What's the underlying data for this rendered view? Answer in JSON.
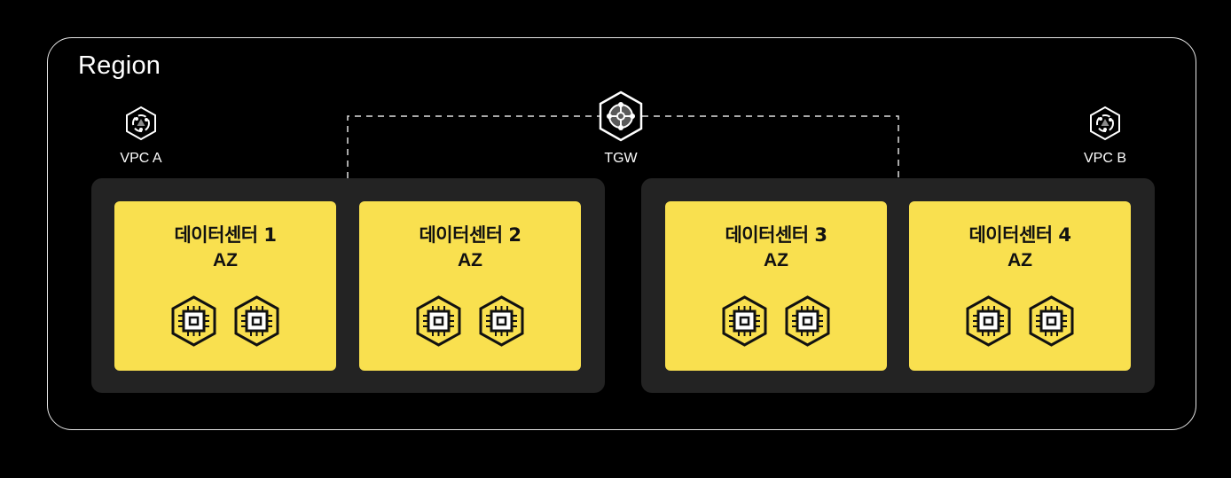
{
  "region": {
    "label": "Region"
  },
  "vpcs": [
    {
      "label": "VPC A",
      "icon": "vpc-icon"
    },
    {
      "label": "VPC B",
      "icon": "vpc-icon"
    }
  ],
  "tgw": {
    "label": "TGW",
    "icon": "transit-gateway-icon"
  },
  "datacenters": [
    {
      "title": "데이터센터 1",
      "subtitle": "AZ",
      "instances": 2,
      "vpc": "VPC A"
    },
    {
      "title": "데이터센터 2",
      "subtitle": "AZ",
      "instances": 2,
      "vpc": "VPC A"
    },
    {
      "title": "데이터센터 3",
      "subtitle": "AZ",
      "instances": 2,
      "vpc": "VPC B"
    },
    {
      "title": "데이터센터 4",
      "subtitle": "AZ",
      "instances": 2,
      "vpc": "VPC B"
    }
  ],
  "colors": {
    "background": "#000000",
    "region_border": "#E6E6E6",
    "vpc_fill": "#232323",
    "datacenter_fill": "#F9E04F",
    "connector": "#E0E0E0"
  }
}
